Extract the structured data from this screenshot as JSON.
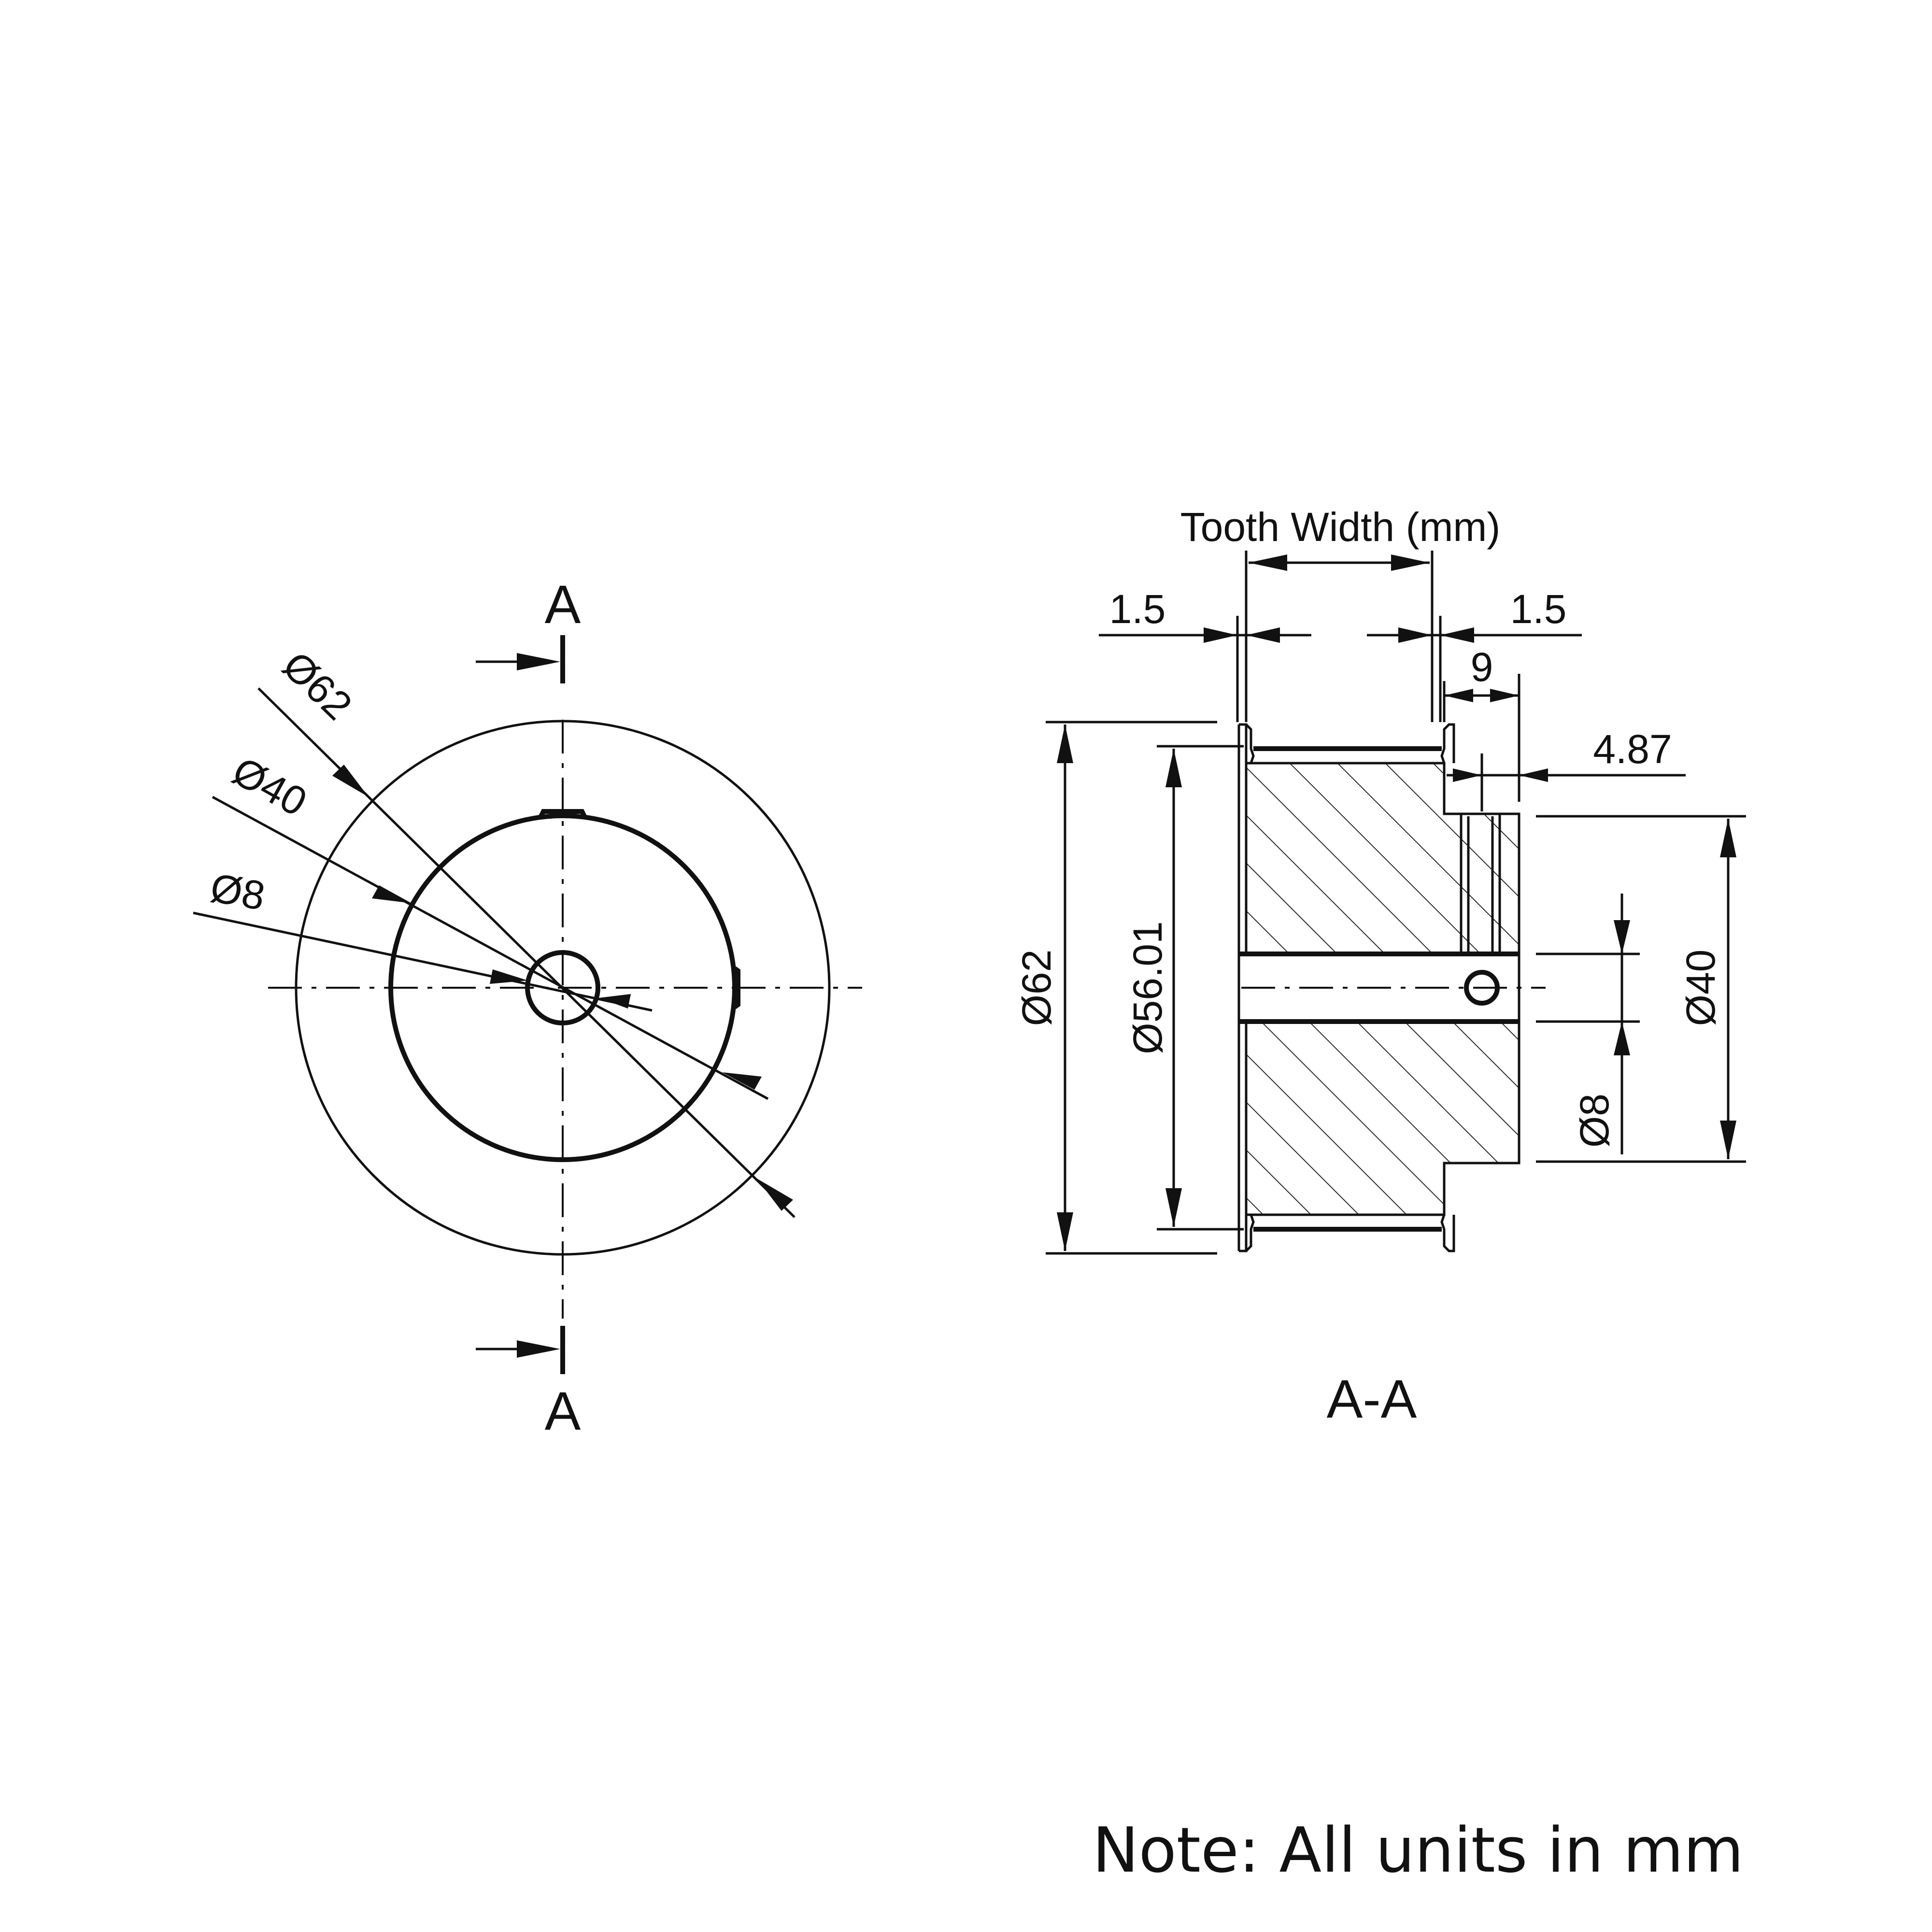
{
  "front_view": {
    "section_mark_top": "A",
    "section_mark_bottom": "A",
    "dim_outer": "Ø62",
    "dim_hub": "Ø40",
    "dim_bore": "Ø8"
  },
  "section_view": {
    "title": "A-A",
    "tooth_width": "Tooth Width (mm)",
    "flange_left": "1.5",
    "flange_right": "1.5",
    "hub_length": "9",
    "screw_offset": "4.87",
    "dim_outer": "Ø62",
    "dim_pitch": "Ø56.01",
    "dim_hub": "Ø40",
    "dim_bore": "Ø8"
  },
  "note": "Note: All units in mm"
}
